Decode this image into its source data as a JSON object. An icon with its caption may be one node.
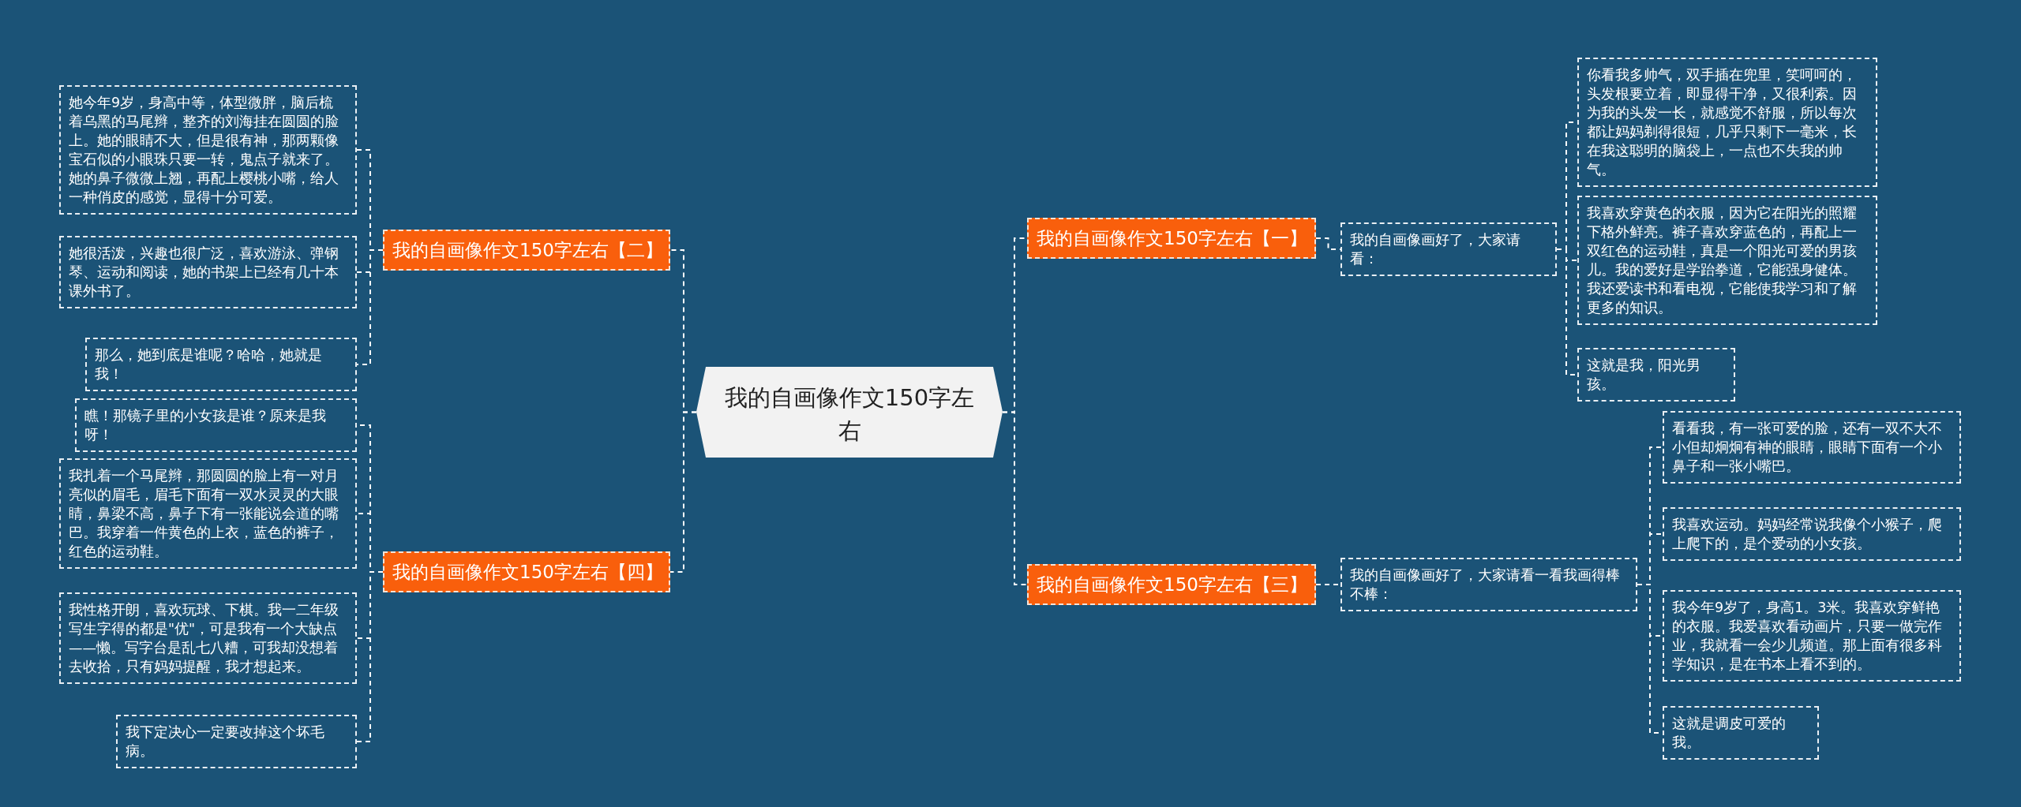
{
  "diagram": {
    "nodes": [
      {
        "text": [
          "我的自画像作文150字左右"
        ]
      },
      {
        "text": [
          "我的自画像作文150字左右【一】"
        ]
      },
      {
        "text": [
          "我的自画像画好了，大家请看："
        ]
      },
      {
        "text": [
          "你看我多帅气，双手插在兜里，笑呵呵的，头发根要立着，即显得干净，又很利索。因为我的头发一长，就感觉不舒服，所以每次都让妈妈剃得很短，几乎只剩下一毫米，长在我这聪明的脑袋上，一点也不失我的帅气。"
        ]
      },
      {
        "text": [
          "我喜欢穿黄色的衣服，因为它在阳光的照耀下格外鲜亮。裤子喜欢穿蓝色的，再配上一双红色的运动鞋，真是一个阳光可爱的男孩儿。我的爱好是学跆拳道，它能强身健体。我还爱读书和看电视，它能使我学习和了解更多的知识。"
        ]
      },
      {
        "text": [
          "这就是我，阳光男孩。"
        ]
      },
      {
        "text": [
          "我的自画像作文150字左右【三】"
        ]
      },
      {
        "text": [
          "我的自画像画好了，大家请看一看我画得棒不棒："
        ]
      },
      {
        "text": [
          "看看我，有一张可爱的脸，还有一双不大不小但却炯炯有神的眼睛，眼睛下面有一个小鼻子和一张小嘴巴。"
        ]
      },
      {
        "text": [
          "我喜欢运动。妈妈经常说我像个小猴子，爬上爬下的，是个爱动的小女孩。"
        ]
      },
      {
        "text": [
          "我今年9岁了，身高1。3米。我喜欢穿鲜艳的衣服。我爱喜欢看动画片，只要一做完作业，我就看一会少儿频道。那上面有很多科学知识，是在书本上看不到的。"
        ]
      },
      {
        "text": [
          "这就是调皮可爱的我。"
        ]
      },
      {
        "text": [
          "我的自画像作文150字左右【二】"
        ]
      },
      {
        "text": [
          "她今年9岁，身高中等，体型微胖，脑后梳着乌黑的马尾辫，整齐的刘海挂在圆圆的脸上。她的眼睛不大，但是很有神，那两颗像宝石似的小眼珠只要一转，鬼点子就来了。她的鼻子微微上翘，再配上樱桃小嘴，给人一种俏皮的感觉，显得十分可爱。"
        ]
      },
      {
        "text": [
          "她很活泼，兴趣也很广泛，喜欢游泳、弹钢琴、运动和阅读，她的书架上已经有几十本课外书了。"
        ]
      },
      {
        "text": [
          "那么，她到底是谁呢？哈哈，她就是我！"
        ]
      },
      {
        "text": [
          "我的自画像作文150字左右【四】"
        ]
      },
      {
        "text": [
          "瞧！那镜子里的小女孩是谁？原来是我呀！"
        ]
      },
      {
        "text": [
          "我扎着一个马尾辫，那圆圆的脸上有一对月亮似的眉毛，眉毛下面有一双水灵灵的大眼睛，鼻梁不高，鼻子下有一张能说会道的嘴巴。我穿着一件黄色的上衣，蓝色的裤子，红色的运动鞋。"
        ]
      },
      {
        "text": [
          "我性格开朗，喜欢玩球、下棋。我一二年级写生字得的都是\"优\"，可是我有一个大缺点——懒。写字台是乱七八糟，可我却没想着去收拾，只有妈妈提醒，我才想起来。"
        ]
      },
      {
        "text": [
          "我下定决心一定要改掉这个坏毛病。"
        ]
      }
    ],
    "edges": [
      {
        "from": 0,
        "to": 1,
        "arrow": "none"
      },
      {
        "from": 1,
        "to": 2,
        "arrow": "none"
      },
      {
        "from": 2,
        "to": 3,
        "arrow": "none"
      },
      {
        "from": 2,
        "to": 4,
        "arrow": "none"
      },
      {
        "from": 2,
        "to": 5,
        "arrow": "none"
      },
      {
        "from": 0,
        "to": 6,
        "arrow": "none"
      },
      {
        "from": 6,
        "to": 7,
        "arrow": "none"
      },
      {
        "from": 7,
        "to": 8,
        "arrow": "none"
      },
      {
        "from": 7,
        "to": 9,
        "arrow": "none"
      },
      {
        "from": 7,
        "to": 10,
        "arrow": "none"
      },
      {
        "from": 7,
        "to": 11,
        "arrow": "none"
      },
      {
        "from": 0,
        "to": 12,
        "arrow": "none"
      },
      {
        "from": 12,
        "to": 13,
        "arrow": "none"
      },
      {
        "from": 12,
        "to": 14,
        "arrow": "none"
      },
      {
        "from": 12,
        "to": 15,
        "arrow": "none"
      },
      {
        "from": 0,
        "to": 16,
        "arrow": "none"
      },
      {
        "from": 16,
        "to": 17,
        "arrow": "none"
      },
      {
        "from": 16,
        "to": 18,
        "arrow": "none"
      },
      {
        "from": 16,
        "to": 19,
        "arrow": "none"
      },
      {
        "from": 16,
        "to": 20,
        "arrow": "none"
      }
    ]
  }
}
